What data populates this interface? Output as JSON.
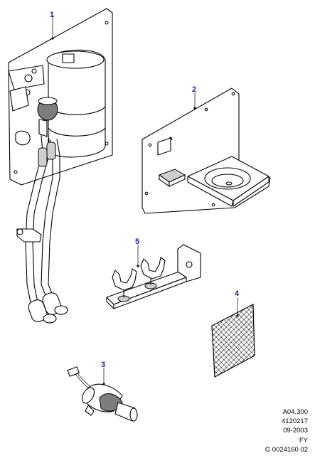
{
  "callouts": [
    {
      "id": "callout-1",
      "label": "1"
    },
    {
      "id": "callout-2",
      "label": "2"
    },
    {
      "id": "callout-3",
      "label": "3"
    },
    {
      "id": "callout-4",
      "label": "4"
    },
    {
      "id": "callout-5",
      "label": "5"
    }
  ],
  "stamp": {
    "line1": "A04.300",
    "line2": "4120217",
    "line3": "09-2003",
    "line4": "FY",
    "line5": "G 0024160 02"
  },
  "colors": {
    "callout": "#1a1aa8",
    "line": "#000000",
    "shading": "#cfcfcf"
  }
}
